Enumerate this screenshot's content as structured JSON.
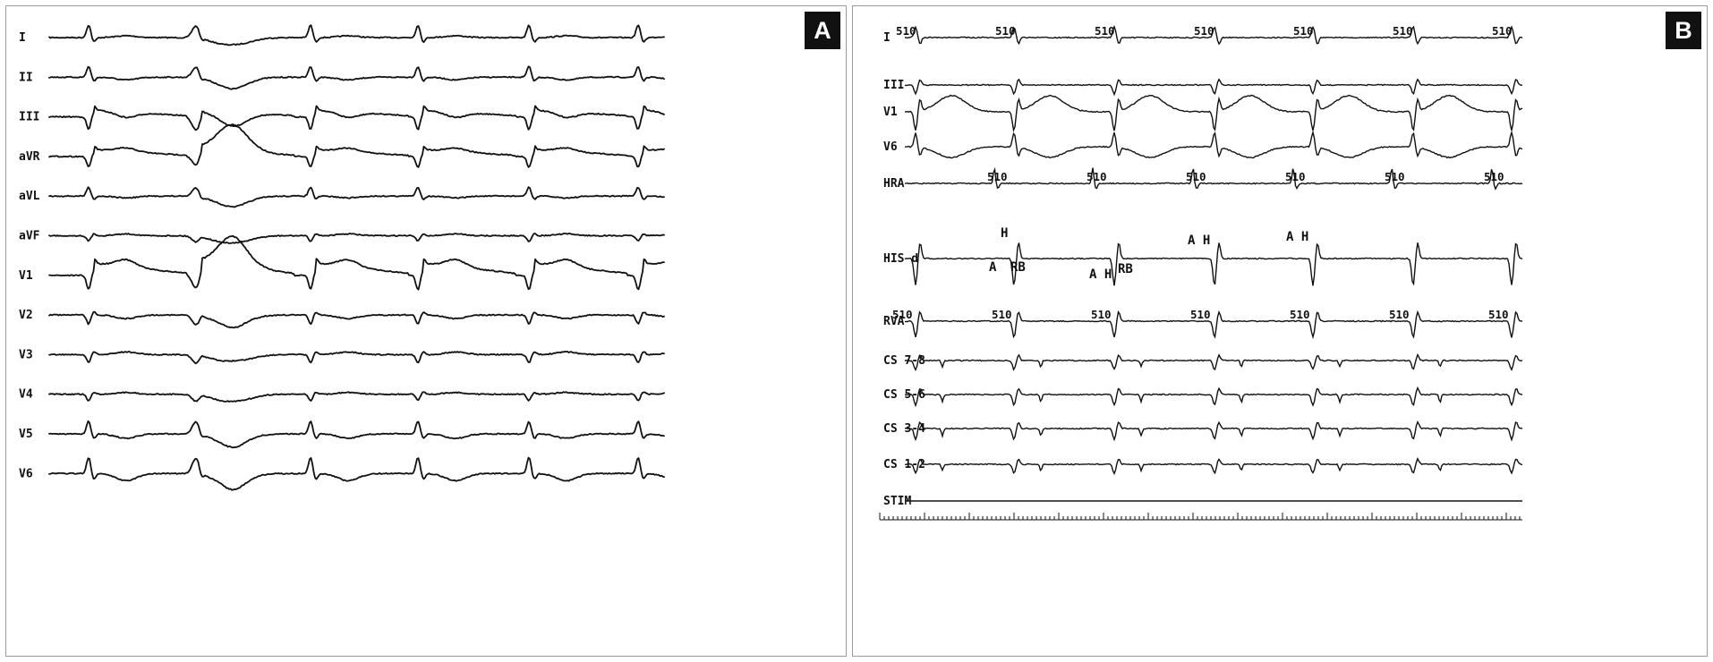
{
  "panels": [
    {
      "letter": "A",
      "leads": [
        "I",
        "II",
        "III",
        "aVR",
        "aVL",
        "aVF",
        "V1",
        "V2",
        "V3",
        "V4",
        "V5",
        "V6"
      ]
    },
    {
      "letter": "B",
      "leads": [
        "I",
        "III",
        "V1",
        "V6",
        "HRA",
        "HIS d",
        "RVA",
        "CS 7-8",
        "CS 5-6",
        "CS 3-4",
        "CS 1-2",
        "STIM"
      ],
      "stim_marker": "510",
      "his_annotations": [
        "H",
        "A",
        "RB",
        "A H",
        "RB",
        "A H",
        "A H"
      ]
    }
  ]
}
